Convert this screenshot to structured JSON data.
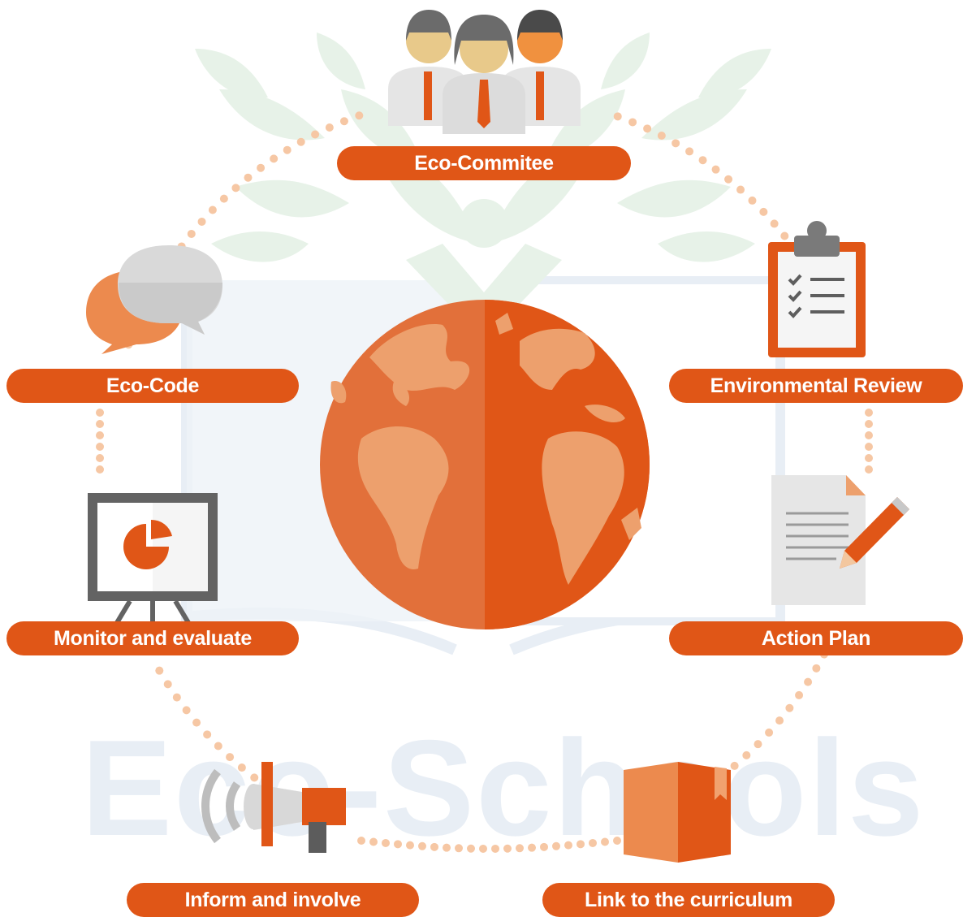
{
  "watermark": {
    "text": "Eco-Schools"
  },
  "steps": {
    "eco_committee": "Eco-Commitee",
    "environmental_review": "Environmental Review",
    "action_plan": "Action Plan",
    "link_curriculum": "Link to the curriculum",
    "inform_involve": "Inform and involve",
    "monitor_evaluate": "Monitor and evaluate",
    "eco_code": "Eco-Code"
  },
  "colors": {
    "primary": "#e05617",
    "globe_left": "#e2703a",
    "globe_light": "#eda06d",
    "dots": "#f6c7a4",
    "watermark": "#e8eef5",
    "leaf_green": "#e7f2e8"
  },
  "icons": [
    "people-icon",
    "clipboard-checklist-icon",
    "document-pencil-icon",
    "open-book-icon",
    "megaphone-icon",
    "presentation-board-icon",
    "speech-bubbles-icon",
    "globe-icon"
  ]
}
